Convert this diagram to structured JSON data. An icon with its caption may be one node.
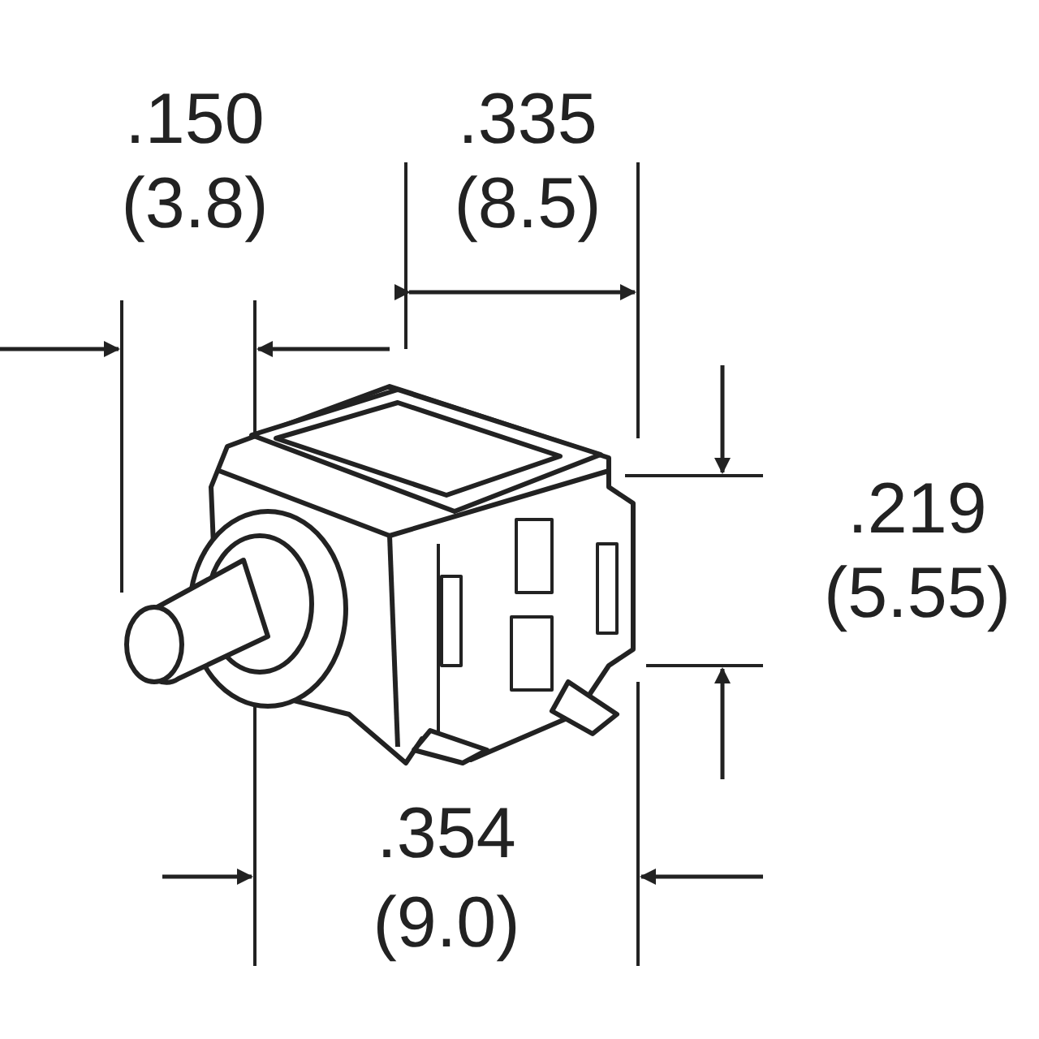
{
  "diagram": {
    "labels": [
      ".150",
      "(3.8)",
      ".335",
      "(8.5)",
      ".219",
      "(5.55)",
      ".354",
      "(9.0)"
    ]
  }
}
